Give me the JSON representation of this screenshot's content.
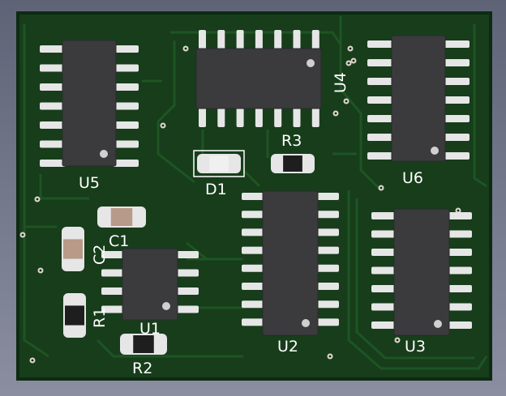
{
  "designators": {
    "u1": "U1",
    "u2": "U2",
    "u3": "U3",
    "u4": "U4",
    "u5": "U5",
    "u6": "U6",
    "r1": "R1",
    "r2": "R2",
    "r3": "R3",
    "c1": "C1",
    "c2": "C2",
    "d1": "D1"
  },
  "colors": {
    "background_top": "#5e6376",
    "background_bottom": "#8a8ea0",
    "board_edge": "#0d2b12",
    "board": "#173d1b",
    "trace": "#1e5523",
    "pad": "#e6e6e6",
    "chip_body": "#3b3b3e",
    "silkscreen": "#ffffff"
  },
  "icons": [
    "pin1-dot-marker",
    "via-hole",
    "smd-pad"
  ]
}
